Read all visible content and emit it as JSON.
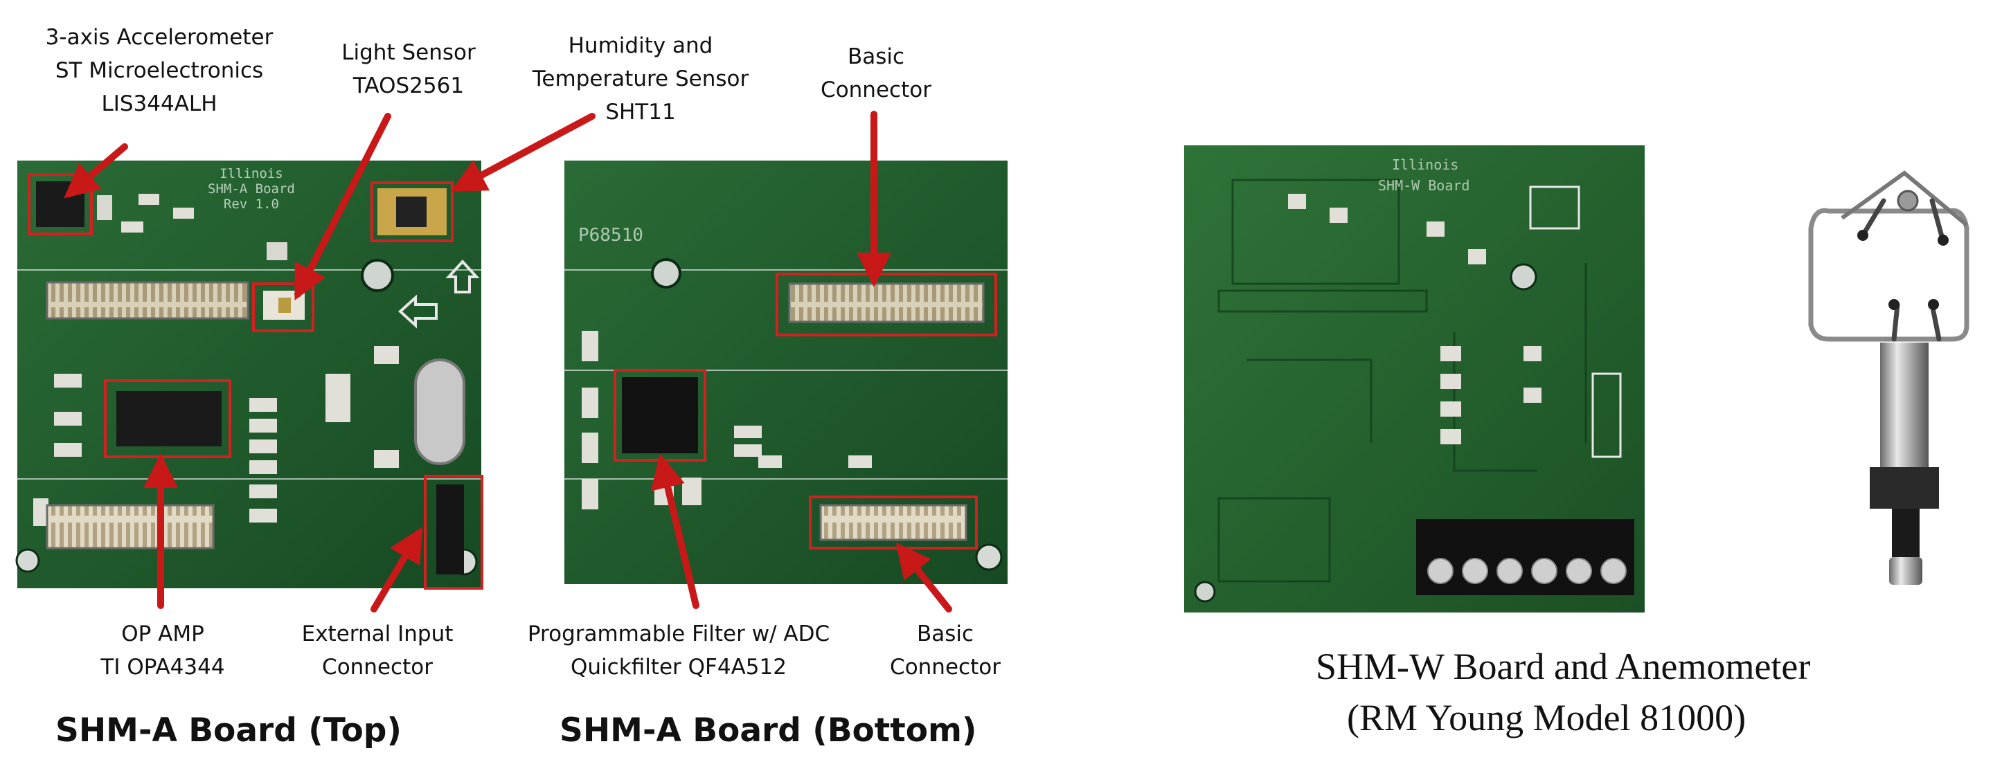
{
  "figure": {
    "top_board": {
      "caption": "SHM-A Board (Top)",
      "silkscreen": [
        "Illinois",
        "SHM-A Board",
        "Rev 1.0"
      ],
      "labels": {
        "accelerometer": [
          "3-axis Accelerometer",
          "ST Microelectronics",
          "LIS344ALH"
        ],
        "light_sensor": [
          "Light Sensor",
          "TAOS2561"
        ],
        "humidity_sensor": [
          "Humidity and",
          "Temperature Sensor",
          "SHT11"
        ],
        "op_amp": [
          "OP AMP",
          "TI OPA4344"
        ],
        "external_input": [
          "External Input",
          "Connector"
        ]
      }
    },
    "bottom_board": {
      "caption": "SHM-A Board (Bottom)",
      "silkscreen": "P68510",
      "labels": {
        "basic_connector_top": [
          "Basic",
          "Connector"
        ],
        "programmable_filter": [
          "Programmable Filter w/ ADC",
          "Quickfilter QF4A512"
        ],
        "basic_connector_bottom": [
          "Basic",
          "Connector"
        ]
      }
    },
    "right_panel": {
      "silkscreen": [
        "Illinois",
        "SHM-W Board"
      ],
      "caption_line1": "SHM-W Board and Anemometer",
      "caption_line2": "(RM Young Model 81000)"
    },
    "colors": {
      "pcb": "#1f5a2c",
      "pcb_dark": "#133d1d",
      "highlight": "#d42020",
      "arrow": "#c81818"
    }
  }
}
